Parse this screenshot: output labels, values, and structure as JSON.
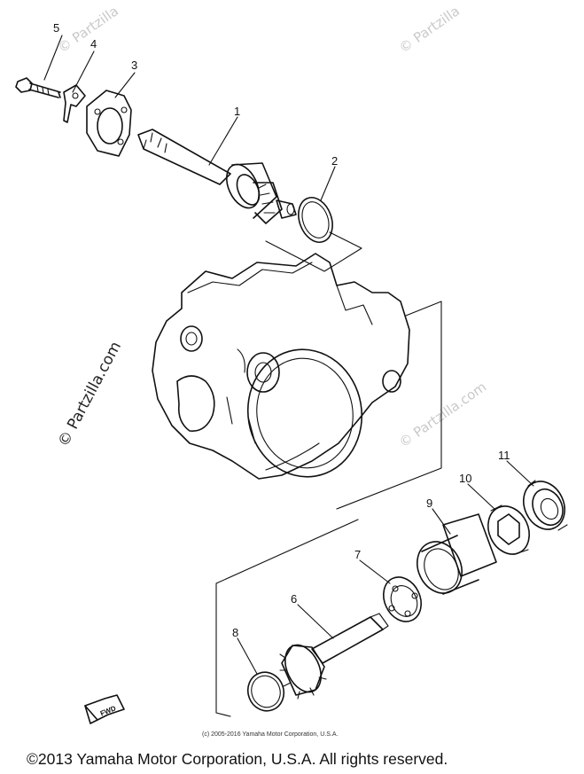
{
  "watermarks": {
    "top_left": "© Partzilla",
    "top_right": "© Partzilla",
    "left": "© Partzilla.com",
    "right": "© Partzilla.com"
  },
  "callouts": [
    "1",
    "2",
    "3",
    "4",
    "5",
    "6",
    "7",
    "8",
    "9",
    "10",
    "11"
  ],
  "fwd_arrow_label": "FWD",
  "copyright_small": "(c) 2005-2016 Yamaha Motor Corporation, U.S.A.",
  "copyright_main": "©2013 Yamaha Motor Corporation, U.S.A. All rights reserved."
}
